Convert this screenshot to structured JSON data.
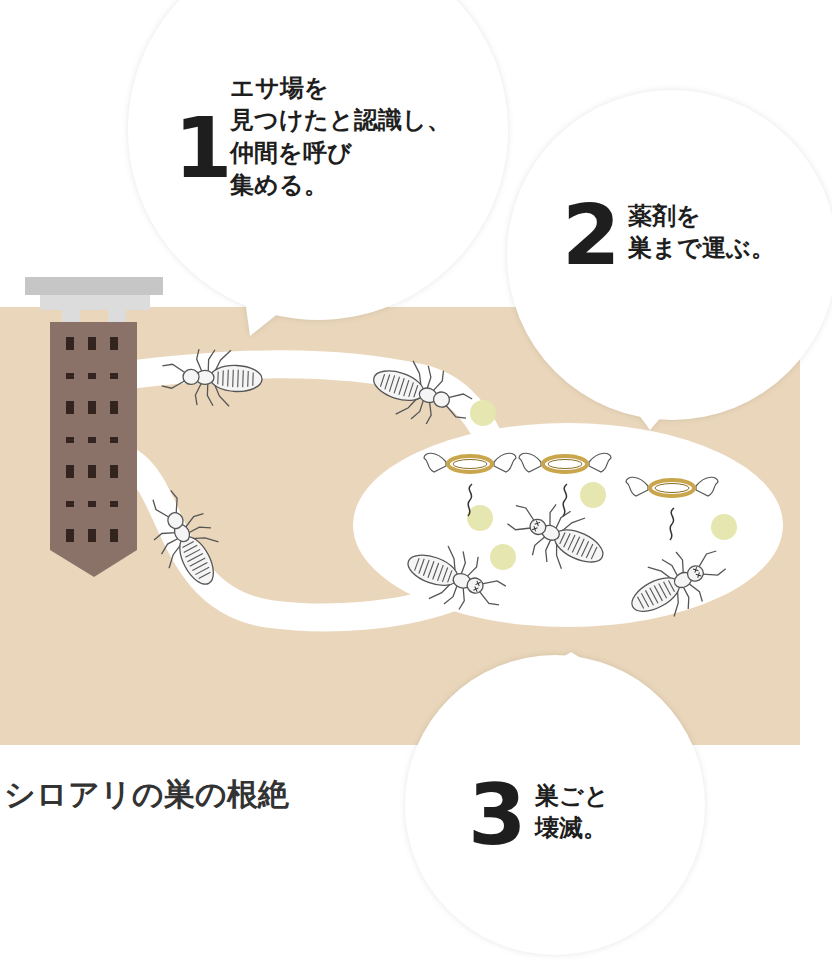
{
  "diagram": {
    "title": "シロアリの巣の根絶",
    "nodes": [
      {
        "text": [
          "1",
          "エサ場を 見つけたと認識し、 仲間を呼び 集める。"
        ]
      },
      {
        "text": [
          "2",
          "薬剤を 巣まで運ぶ。"
        ]
      },
      {
        "text": [
          "3",
          "巣ごと 壊滅。"
        ]
      }
    ]
  }
}
